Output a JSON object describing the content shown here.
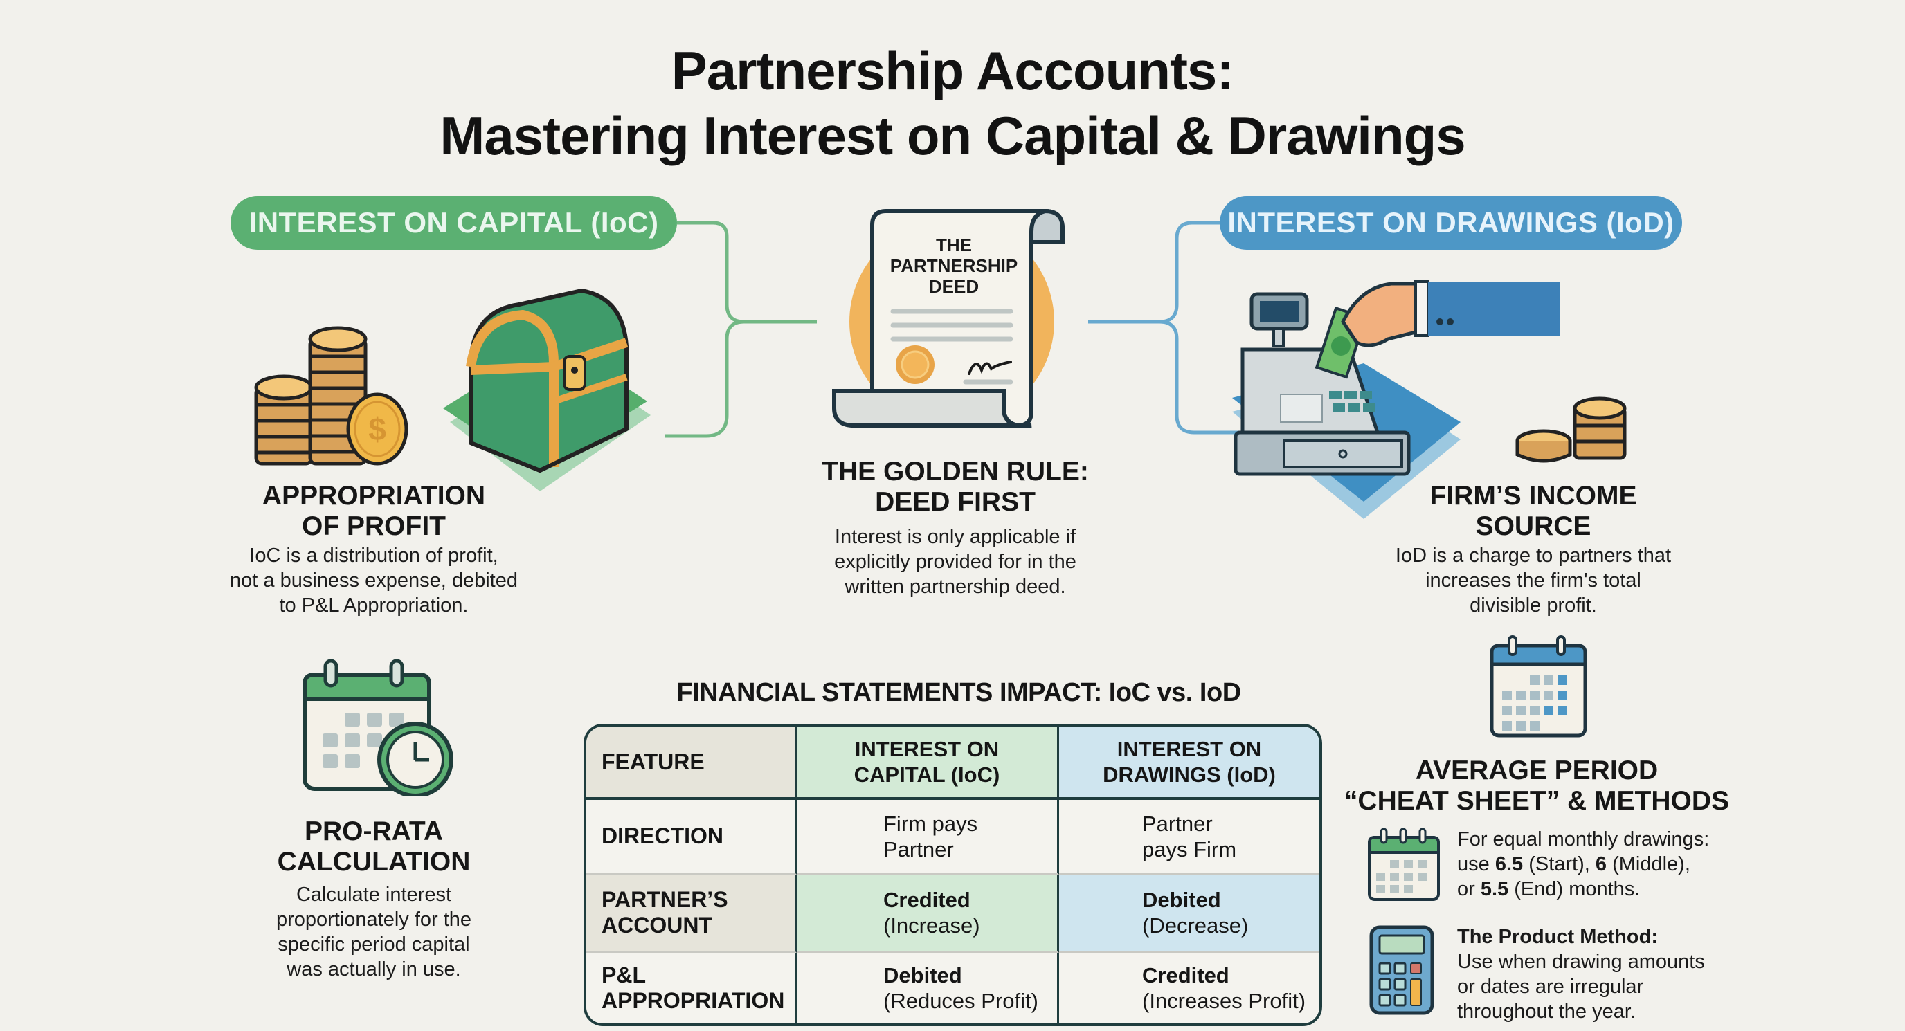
{
  "title": {
    "line1": "Partnership Accounts:",
    "line2": "Mastering Interest on Capital & Drawings"
  },
  "colors": {
    "background": "#f2f1ec",
    "ioc_green": "#5bb072",
    "iod_blue": "#4d97c6",
    "deed_orange": "#f1b45c",
    "table_border": "#1f3d3e"
  },
  "ioc": {
    "pill_label": "INTEREST ON CAPITAL (IoC)",
    "icons": [
      "coin-stack-icon",
      "treasure-chest-icon"
    ],
    "heading_line1": "APPROPRIATION",
    "heading_line2": "OF PROFIT",
    "description_lines": [
      "IoC is a distribution of profit,",
      "not a business expense, debited",
      "to P&L Appropriation."
    ]
  },
  "deed": {
    "doc_title_lines": [
      "THE",
      "PARTNERSHIP",
      "DEED"
    ],
    "icons": [
      "scroll-document-icon",
      "seal-icon",
      "signature-icon"
    ],
    "heading_line1": "THE GOLDEN RULE:",
    "heading_line2": "DEED FIRST",
    "description_lines": [
      "Interest is only applicable if",
      "explicitly provided for in the",
      "written partnership deed."
    ]
  },
  "iod": {
    "pill_label": "INTEREST ON DRAWINGS (IoD)",
    "icons": [
      "cash-register-icon",
      "hand-with-banknote-icon",
      "coin-stack-icon"
    ],
    "heading_line1": "FIRM’S INCOME",
    "heading_line2": "SOURCE",
    "description_lines": [
      "IoD is a charge to partners that",
      "increases the firm's total",
      "divisible profit."
    ]
  },
  "prorata": {
    "icons": [
      "calendar-icon",
      "clock-icon"
    ],
    "heading_line1": "PRO-RATA",
    "heading_line2": "CALCULATION",
    "description_lines": [
      "Calculate interest",
      "proportionately for the",
      "specific period capital",
      "was actually in use."
    ]
  },
  "table": {
    "title": "FINANCIAL STATEMENTS IMPACT: IoC vs. IoD",
    "headers": [
      {
        "lines": [
          "FEATURE"
        ]
      },
      {
        "lines": [
          "INTEREST ON",
          "CAPITAL (IoC)"
        ]
      },
      {
        "lines": [
          "INTEREST ON",
          "DRAWINGS (IoD)"
        ]
      }
    ],
    "rows": [
      {
        "feature": [
          "DIRECTION"
        ],
        "ioc": {
          "main": "Firm pays",
          "sub": "Partner"
        },
        "iod": {
          "main": "Partner",
          "sub": "pays Firm"
        }
      },
      {
        "feature": [
          "PARTNER’S",
          "ACCOUNT"
        ],
        "ioc": {
          "main": "Credited",
          "sub": "(Increase)"
        },
        "iod": {
          "main": "Debited",
          "sub": "(Decrease)"
        }
      },
      {
        "feature": [
          "P&L",
          "APPROPRIATION"
        ],
        "ioc": {
          "main": "Debited",
          "sub": "(Reduces Profit)"
        },
        "iod": {
          "main": "Credited",
          "sub": "(Increases Profit)"
        }
      }
    ]
  },
  "cheat_sheet": {
    "icon": "calendar-icon",
    "heading_line1": "AVERAGE PERIOD",
    "heading_line2": "“CHEAT SHEET” & METHODS",
    "items": [
      {
        "icon": "calendar-icon",
        "line1": "For equal monthly drawings:",
        "line2_pre": "use ",
        "v1": "6.5",
        "l1": " (Start), ",
        "v2": "6",
        "l2": " (Middle),",
        "line3_pre": "or ",
        "v3": "5.5",
        "l3": " (End) months."
      },
      {
        "icon": "calculator-icon",
        "title": "The Product Method:",
        "lines": [
          "Use when drawing amounts",
          "or dates are irregular",
          "throughout the year."
        ]
      }
    ]
  }
}
